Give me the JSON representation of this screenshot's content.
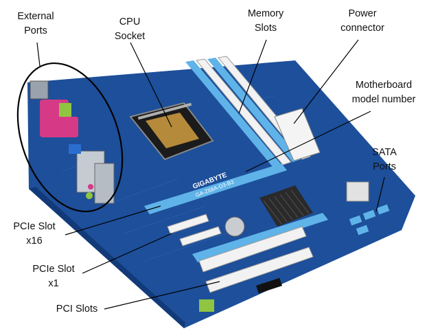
{
  "labels": {
    "external_ports": {
      "line1": "External",
      "line2": "Ports"
    },
    "cpu_socket": {
      "line1": "CPU",
      "line2": "Socket"
    },
    "memory_slots": {
      "line1": "Memory",
      "line2": "Slots"
    },
    "power_connector": {
      "line1": "Power",
      "line2": "connector"
    },
    "model_number": {
      "line1": "Motherboard",
      "line2": "model number"
    },
    "sata_ports": {
      "line1": "SATA",
      "line2": "Ports"
    },
    "pcie_x16": {
      "line1": "PCIe Slot",
      "line2": "x16"
    },
    "pcie_x1": {
      "line1": "PCIe Slot",
      "line2": "x1"
    },
    "pci_slots": {
      "line1": "PCI Slots"
    }
  },
  "board_markings": {
    "brand": "GIGABYTE",
    "model": "GA-Z68A-D3-B3"
  },
  "colors": {
    "pcb": "#1d4f9a",
    "pcb_dark": "#123a78",
    "slot_blue": "#5fb3e8",
    "slot_white": "#f2f2f2",
    "port_pink": "#d63a86",
    "port_green": "#8fc540",
    "heatsink": "#2a2a2a"
  }
}
